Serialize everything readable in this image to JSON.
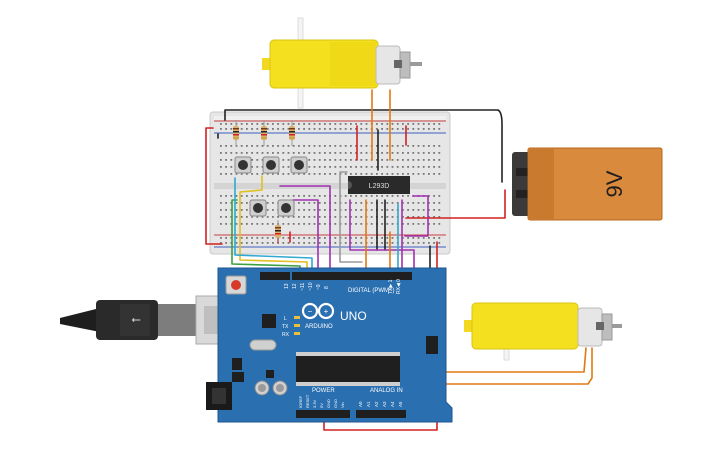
{
  "battery": {
    "label": "9V"
  },
  "driver_chip": {
    "label": "L293D"
  },
  "arduino": {
    "brand": "ARDUINO",
    "model": "UNO",
    "digital_header": "DIGITAL (PWM~)",
    "tx_label": "TX▶ 1",
    "rx_label": "RX◀ 0",
    "power_header": "POWER",
    "analog_header": "ANALOG IN",
    "led_l": "L",
    "led_tx": "TX",
    "led_rx": "RX",
    "pin_13": "13",
    "pin_12": "12",
    "pin_11": "~11",
    "pin_10": "~10",
    "pin_9": "~9",
    "pin_8": "8",
    "power_pins": [
      "IOREF",
      "RESET",
      "3.3V",
      "5V",
      "GND",
      "GND",
      "Vin"
    ],
    "analog_pins": [
      "A0",
      "A1",
      "A2",
      "A3",
      "A4",
      "A5"
    ]
  },
  "colors": {
    "wire_red": "#d32020",
    "wire_black": "#222222",
    "wire_orange": "#e07a10",
    "wire_purple": "#a030b0",
    "wire_green": "#3aa040",
    "wire_yellow": "#e0c020",
    "wire_cyan": "#30a8d0",
    "wire_gray": "#9a9a9a",
    "board_blue": "#2a6fb0",
    "motor_yellow": "#f5e020",
    "battery_orange": "#d98a3c"
  }
}
